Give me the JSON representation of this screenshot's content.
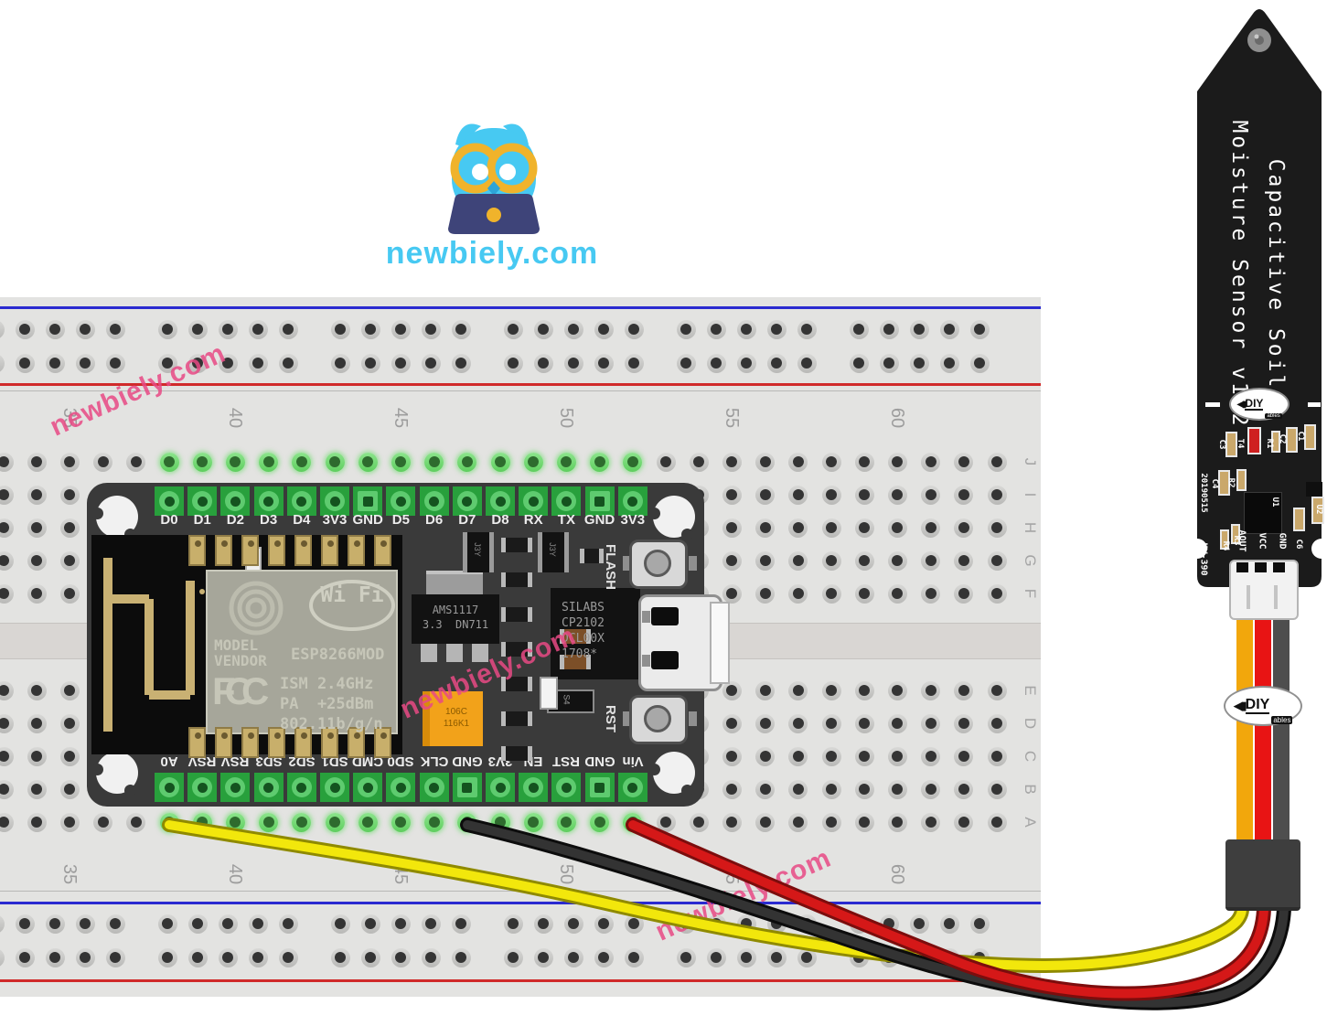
{
  "site": {
    "logo_text": "newbiely.com"
  },
  "watermark": {
    "text": "newbiely.com",
    "color": "#e84a85"
  },
  "breadboard": {
    "column_numbers": [
      "35",
      "40",
      "45",
      "50",
      "55",
      "60"
    ],
    "row_letters_top": [
      "J",
      "I",
      "H",
      "G",
      "F"
    ],
    "row_letters_bottom": [
      "E",
      "D",
      "C",
      "B",
      "A"
    ],
    "rail_top_line_color": "#2a2ad0",
    "rail_bottom_line_color": "#d02a2a"
  },
  "nodemcu": {
    "top_pins": [
      "D0",
      "D1",
      "D2",
      "D3",
      "D4",
      "3V3",
      "GND",
      "D5",
      "D6",
      "D7",
      "D8",
      "RX",
      "TX",
      "GND",
      "3V3"
    ],
    "bottom_pins": [
      "A0",
      "RSV",
      "RSV",
      "SD3",
      "SD2",
      "SD1",
      "CMD",
      "SD0",
      "CLK",
      "GND",
      "3V3",
      "EN",
      "RST",
      "GND",
      "Vin"
    ],
    "flash_button_label": "FLASH",
    "reset_button_label": "RST",
    "module": {
      "vendor_line1": "MODEL",
      "vendor_line2": "VENDOR",
      "name": "ESP8266MOD",
      "wifi_badge": "Wi Fi",
      "fcc_mark": "FCC",
      "spec_lines": [
        "ISM 2.4GHz",
        "PA  +25dBm",
        "802.11b/g/n"
      ]
    },
    "regulator_lines": [
      "AMS1117",
      "3.3  DN711"
    ],
    "usb_chip_lines": [
      "SILABS",
      "CP2102",
      "DCL00X",
      "1708*"
    ],
    "capacitor_lines": [
      "106C",
      "116K1"
    ],
    "transistor_label": "J3Y",
    "diode_label": "S4"
  },
  "sensor": {
    "title_line1": "Capacitive Soil",
    "title_line2": "Moisture Sensor v1.2",
    "brand": "DIY",
    "brand_sub": "ables",
    "date_code": "20190515",
    "model_code": "HW-390",
    "pin_labels": [
      "AOUT",
      "VCC",
      "GND"
    ],
    "component_labels": [
      "C3",
      "C4",
      "T4",
      "R1",
      "R2",
      "C2",
      "C1",
      "U1",
      "U2",
      "C6",
      "C5",
      "R3",
      "R4"
    ]
  },
  "wires": {
    "analog": {
      "color": "#f2e70c",
      "outline": "#8f8a00"
    },
    "power": {
      "color": "#d51818",
      "outline": "#7c0d0d"
    },
    "ground": {
      "color": "#333333",
      "outline": "#0c0c0c"
    },
    "cable_analog": "#f2a70c",
    "cable_power": "#e81414",
    "cable_ground": "#4e4e4e"
  }
}
